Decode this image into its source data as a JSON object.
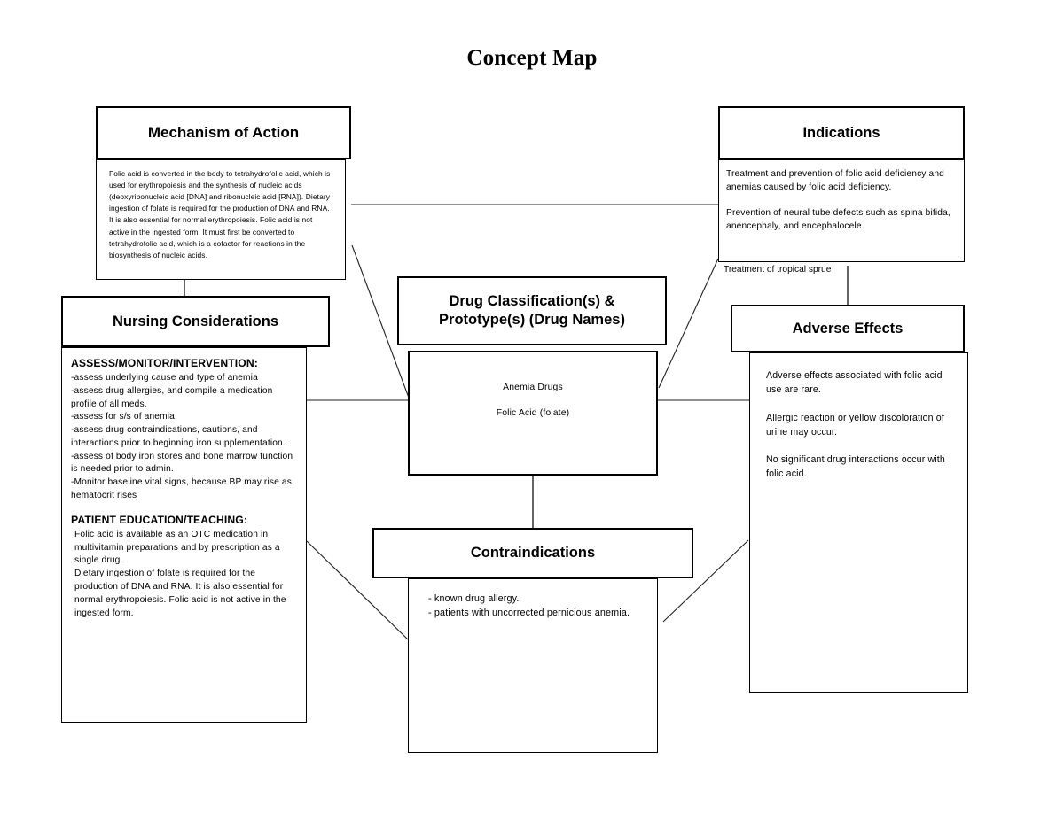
{
  "title": "Concept Map",
  "nodes": {
    "mechanism": {
      "header": "Mechanism of Action",
      "body": "Folic acid is converted in the body to tetrahydrofolic acid, which is used for erythropoiesis and the synthesis of nucleic acids (deoxyribonucleic acid [DNA] and ribonucleic acid [RNA]). Dietary ingestion of folate is required for the production of DNA and RNA. It is also essential for normal erythropoiesis. Folic acid is not active in the ingested form. It must first be converted to tetrahydrofolic acid, which is a cofactor for reactions in the biosynthesis of nucleic acids."
    },
    "nursing": {
      "header": "Nursing Considerations",
      "assess_heading": "ASSESS/MONITOR/INTERVENTION:",
      "assess_body": "-assess underlying cause and type of anemia\n-assess drug allergies, and compile a medication profile of all meds.\n-assess for s/s of anemia.\n-assess drug contraindications, cautions, and interactions prior to beginning iron supplementation.\n-assess of body iron stores and bone marrow function is needed prior to admin.\n-Monitor baseline vital signs, because BP may rise as hematocrit rises",
      "teaching_heading": "PATIENT EDUCATION/TEACHING:",
      "teaching_body": "Folic acid is available as an OTC medication in multivitamin preparations and by prescription as a single drug.\nDietary ingestion of folate is required for the production of DNA and RNA. It is also essential for normal erythropoiesis. Folic acid is not active in the ingested form."
    },
    "drug": {
      "header_line1": "Drug Classification(s) &",
      "header_line2": "Prototype(s) (Drug Names)",
      "classification": "Anemia Drugs",
      "prototype": "Folic Acid (folate)"
    },
    "indications": {
      "header": "Indications",
      "body": "Treatment and prevention of folic acid deficiency and anemias caused by folic acid deficiency.\n\nPrevention of neural tube defects such as spina bifida, anencephaly, and encephalocele.",
      "overflow_text": "Treatment of tropical sprue"
    },
    "adverse": {
      "header": "Adverse Effects",
      "body": "Adverse effects associated with folic acid use are rare.\n\nAllergic reaction or yellow discoloration of urine may occur.\n\nNo significant drug interactions occur with folic acid."
    },
    "contraindications": {
      "header": "Contraindications",
      "body": "- known drug allergy.\n- patients with uncorrected pernicious anemia."
    }
  },
  "colors": {
    "ink": "#000000",
    "background": "#ffffff",
    "connector": "#1a1a1a"
  }
}
